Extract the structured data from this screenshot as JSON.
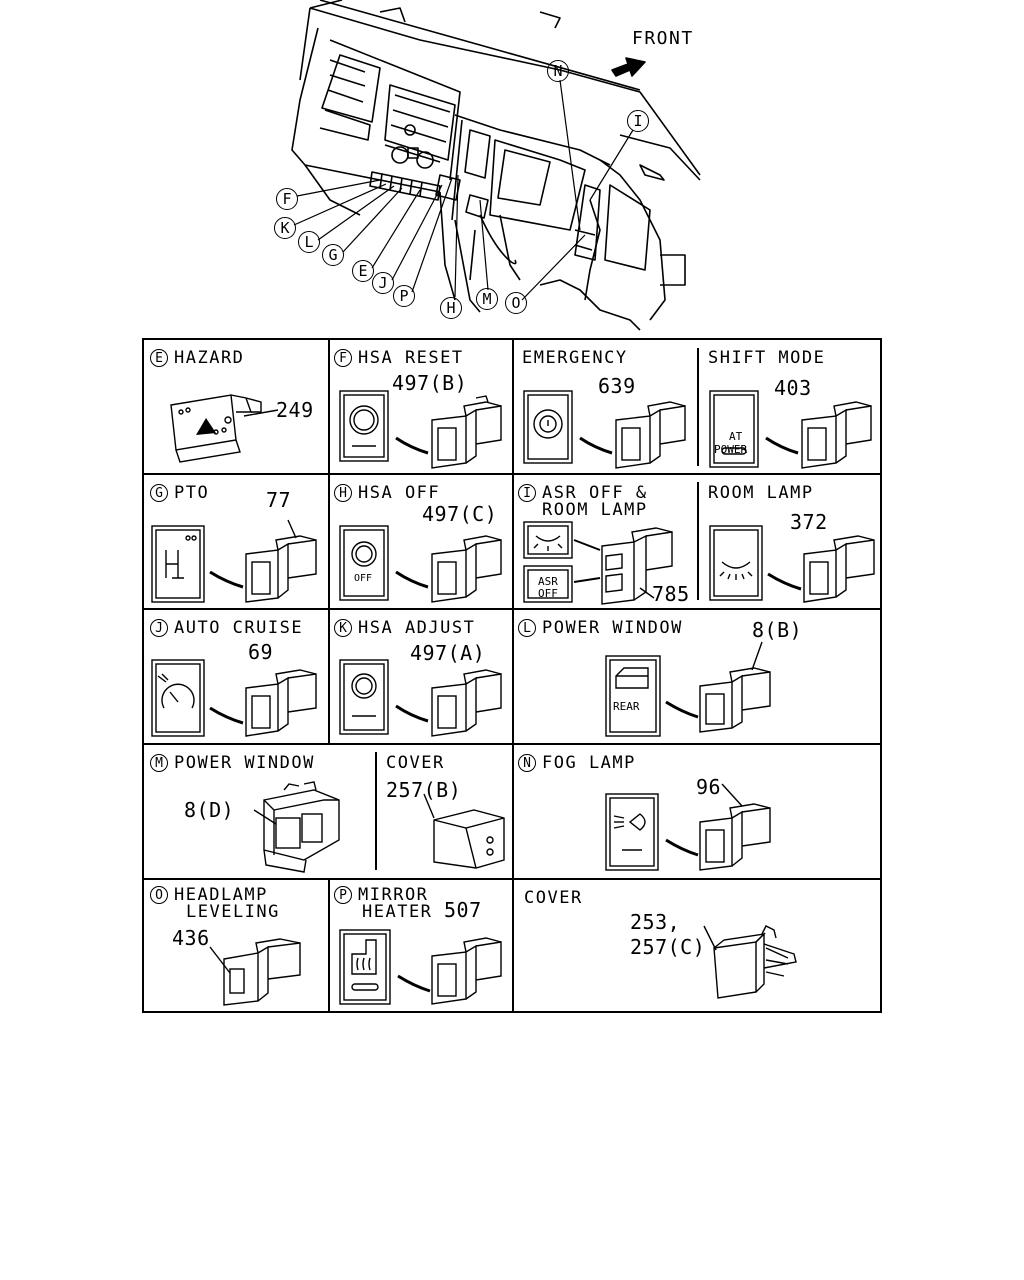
{
  "header": {
    "front_label": "FRONT"
  },
  "callouts": [
    "F",
    "K",
    "L",
    "G",
    "E",
    "J",
    "P",
    "H",
    "M",
    "O",
    "N",
    "I"
  ],
  "cells": {
    "e_hazard": {
      "letter": "E",
      "title": "HAZARD",
      "part": "249"
    },
    "f_hsa_reset": {
      "letter": "F",
      "title": "HSA RESET",
      "part": "497(B)"
    },
    "emergency": {
      "title": "EMERGENCY",
      "part": "639"
    },
    "shift_mode": {
      "title": "SHIFT MODE",
      "part": "403",
      "switch_text_1": "AT",
      "switch_text_2": "POWER"
    },
    "g_pto": {
      "letter": "G",
      "title": "PTO",
      "part": "77"
    },
    "h_hsa_off": {
      "letter": "H",
      "title": "HSA OFF",
      "part": "497(C)",
      "switch_text": "OFF"
    },
    "i_asr": {
      "letter": "I",
      "title_1": "ASR OFF &",
      "title_2": "ROOM LAMP",
      "part": "785",
      "switch_text_1": "ASR",
      "switch_text_2": "OFF"
    },
    "room_lamp": {
      "title": "ROOM LAMP",
      "part": "372"
    },
    "j_auto_cruise": {
      "letter": "J",
      "title": "AUTO CRUISE",
      "part": "69"
    },
    "k_hsa_adjust": {
      "letter": "K",
      "title": "HSA ADJUST",
      "part": "497(A)"
    },
    "l_power_window": {
      "letter": "L",
      "title": "POWER WINDOW",
      "part": "8(B)",
      "switch_text": "REAR"
    },
    "m_power_window": {
      "letter": "M",
      "title": "POWER WINDOW",
      "part": "8(D)"
    },
    "cover_b": {
      "title": "COVER",
      "part": "257(B)"
    },
    "n_fog_lamp": {
      "letter": "N",
      "title": "FOG LAMP",
      "part": "96"
    },
    "o_headlamp": {
      "letter": "O",
      "title_1": "HEADLAMP",
      "title_2": "LEVELING",
      "part": "436"
    },
    "p_mirror": {
      "letter": "P",
      "title_1": "MIRROR",
      "title_2": "HEATER",
      "part": "507"
    },
    "cover_c": {
      "title": "COVER",
      "part_1": "253,",
      "part_2": "257(C)"
    }
  }
}
